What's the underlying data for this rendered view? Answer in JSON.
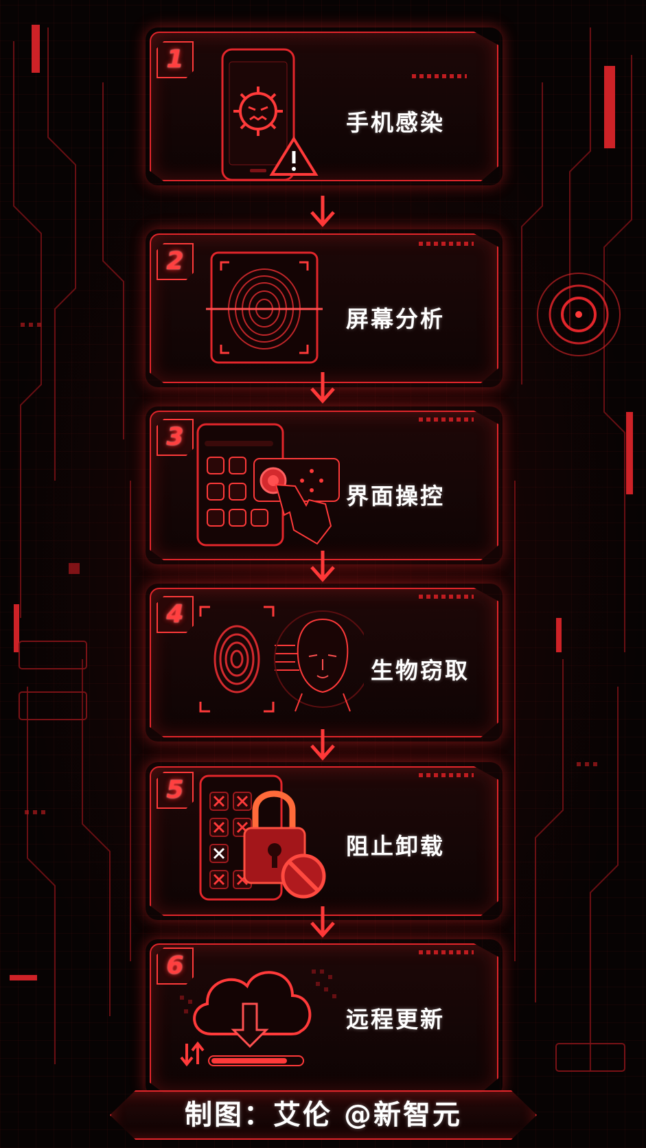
{
  "steps": [
    {
      "number": "1",
      "label": "手机感染",
      "icon": "infected-phone-icon"
    },
    {
      "number": "2",
      "label": "屏幕分析",
      "icon": "fingerprint-scan-icon"
    },
    {
      "number": "3",
      "label": "界面操控",
      "icon": "touch-control-icon"
    },
    {
      "number": "4",
      "label": "生物窃取",
      "icon": "biometric-theft-icon"
    },
    {
      "number": "5",
      "label": "阻止卸载",
      "icon": "lock-block-icon"
    },
    {
      "number": "6",
      "label": "远程更新",
      "icon": "cloud-download-icon"
    }
  ],
  "footer": {
    "credit": "制图：艾伦 @新智元"
  },
  "colors": {
    "accent": "#e3262b",
    "glow": "#ff3a3a",
    "background": "#070303",
    "text": "#ffffff"
  }
}
